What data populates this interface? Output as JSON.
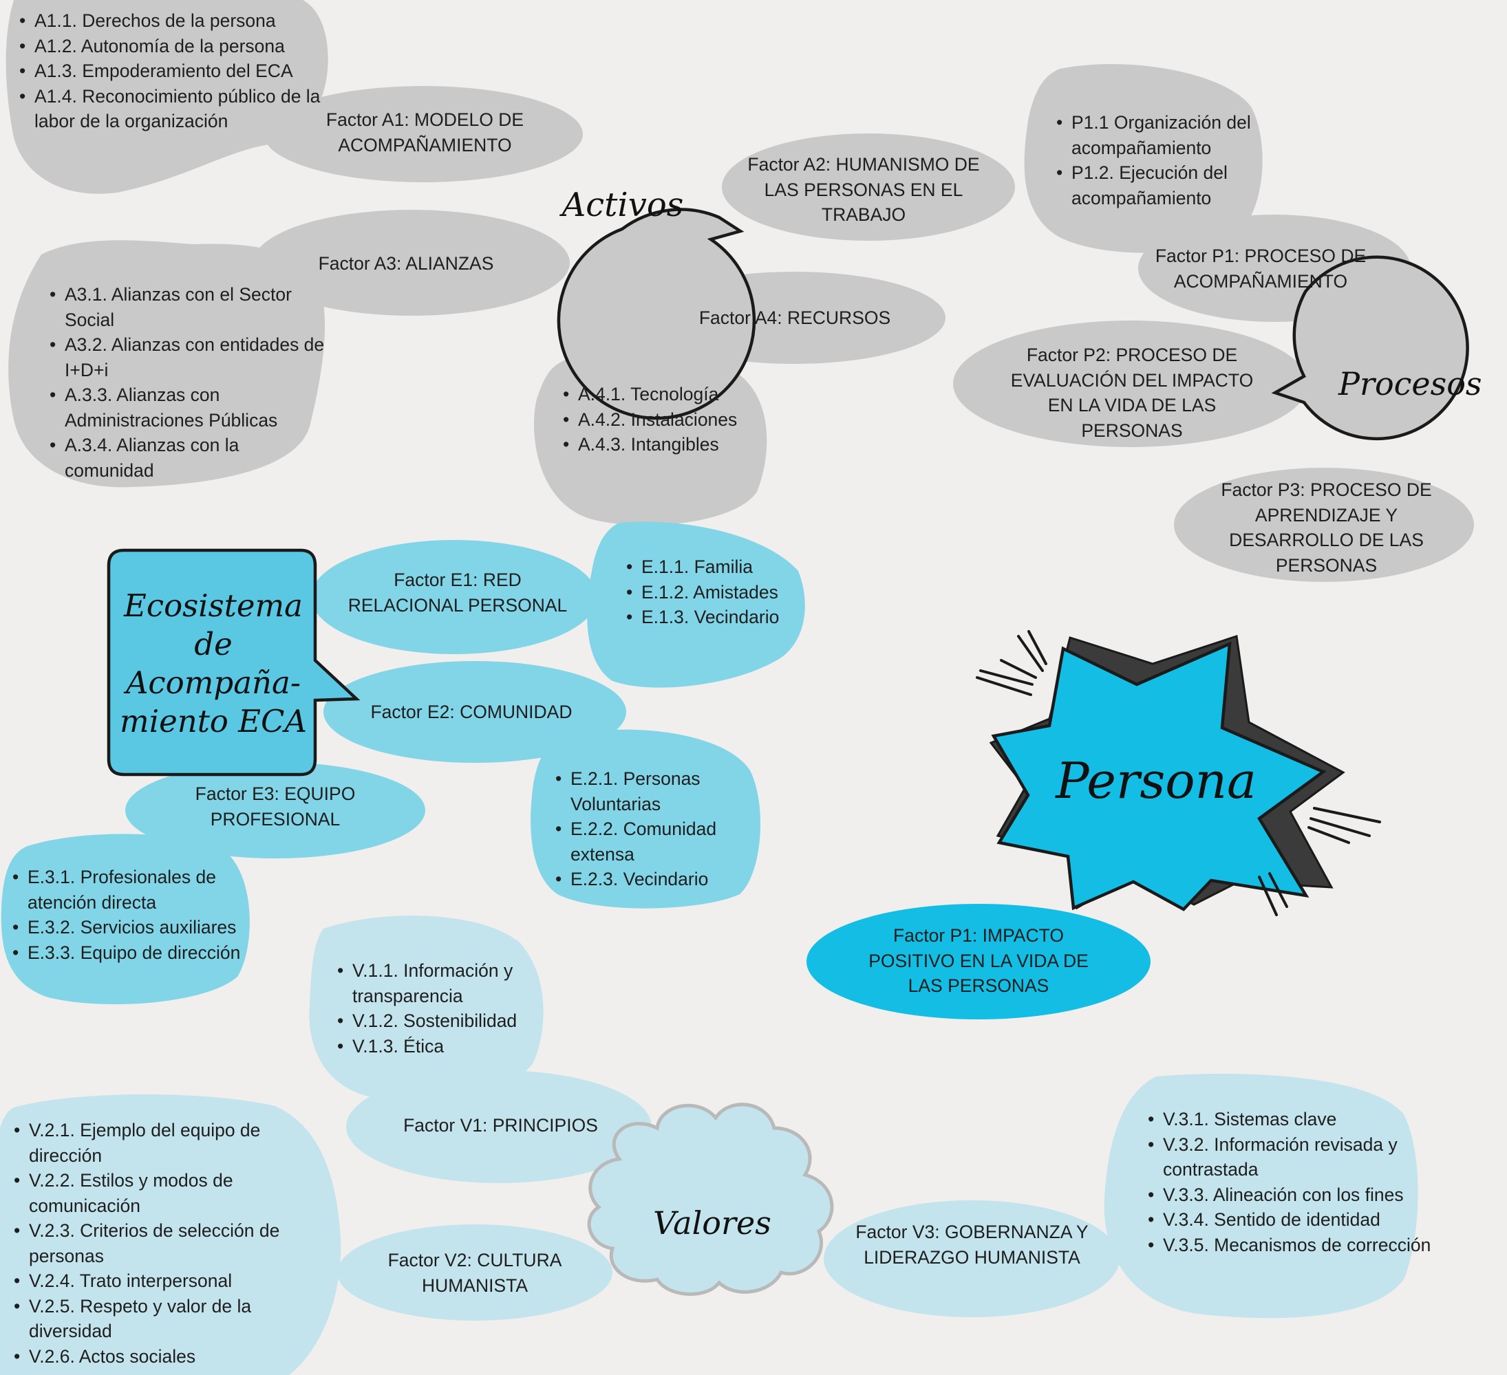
{
  "activos": {
    "title": "Activos",
    "factors": {
      "a1": {
        "title": "Factor A1: MODELO DE ACOMPAÑAMIENTO",
        "items": [
          "A1.1. Derechos de la persona",
          "A1.2. Autonomía de la persona",
          "A1.3. Empoderamiento del ECA",
          "A1.4. Reconocimiento público de la labor de la organización"
        ]
      },
      "a2": {
        "title": "Factor A2: HUMANISMO DE LAS PERSONAS EN EL TRABAJO"
      },
      "a3": {
        "title": "Factor A3: ALIANZAS",
        "items": [
          "A3.1. Alianzas con el Sector Social",
          "A3.2. Alianzas con entidades de I+D+i",
          "A.3.3. Alianzas con Administraciones Públicas",
          "A.3.4. Alianzas con la comunidad"
        ]
      },
      "a4": {
        "title": "Factor A4: RECURSOS",
        "items": [
          "A.4.1. Tecnología",
          "A.4.2. Instalaciones",
          "A.4.3. Intangibles"
        ]
      }
    }
  },
  "procesos": {
    "title": "Procesos",
    "factors": {
      "p1": {
        "title": "Factor P1: PROCESO DE ACOMPAÑAMIENTO",
        "items": [
          "P1.1 Organización del acompañamiento",
          "P1.2. Ejecución del acompañamiento"
        ]
      },
      "p2": {
        "title": "Factor P2: PROCESO DE EVALUACIÓN DEL IMPACTO EN LA VIDA DE LAS PERSONAS"
      },
      "p3": {
        "title": "Factor P3: PROCESO DE APRENDIZAJE Y DESARROLLO DE LAS PERSONAS"
      }
    }
  },
  "ecosistema": {
    "title": "Ecosistema de Acompaña- miento ECA",
    "factors": {
      "e1": {
        "title": "Factor E1: RED RELACIONAL PERSONAL",
        "items": [
          "E.1.1. Familia",
          "E.1.2. Amistades",
          "E.1.3. Vecindario"
        ]
      },
      "e2": {
        "title": "Factor E2: COMUNIDAD",
        "items": [
          "E.2.1. Personas Voluntarias",
          "E.2.2. Comunidad extensa",
          "E.2.3. Vecindario"
        ]
      },
      "e3": {
        "title": "Factor E3: EQUIPO PROFESIONAL",
        "items": [
          "E.3.1. Profesionales de atención directa",
          "E.3.2. Servicios auxiliares",
          "E.3.3. Equipo de dirección"
        ]
      }
    }
  },
  "persona": {
    "title": "Persona",
    "factor": {
      "title": "Factor P1: IMPACTO POSITIVO EN LA VIDA DE LAS PERSONAS"
    }
  },
  "valores": {
    "title": "Valores",
    "factors": {
      "v1": {
        "title": "Factor V1: PRINCIPIOS",
        "items": [
          "V.1.1. Información y transparencia",
          "V.1.2. Sostenibilidad",
          "V.1.3. Ética"
        ]
      },
      "v2": {
        "title": "Factor V2: CULTURA HUMANISTA",
        "items": [
          "V.2.1. Ejemplo del equipo de dirección",
          "V.2.2. Estilos y modos de comunicación",
          "V.2.3. Criterios de selección de personas",
          "V.2.4. Trato interpersonal",
          "V.2.5. Respeto y valor de la diversidad",
          "V.2.6. Actos sociales"
        ]
      },
      "v3": {
        "title": "Factor V3: GOBERNANZA Y LIDERAZGO HUMANISTA",
        "items": [
          "V.3.1. Sistemas clave",
          "V.3.2. Información revisada y contrastada",
          "V.3.3. Alineación con los fines",
          "V.3.4. Sentido de identidad",
          "V.3.5. Mecanismos de corrección"
        ]
      }
    }
  },
  "colors": {
    "background": "#f0efee",
    "activos_blob": "#c9c9c9",
    "ecosistema_blob": "#82d4e7",
    "valores_blob": "#c3e4ec",
    "persona": "#14bde4"
  }
}
